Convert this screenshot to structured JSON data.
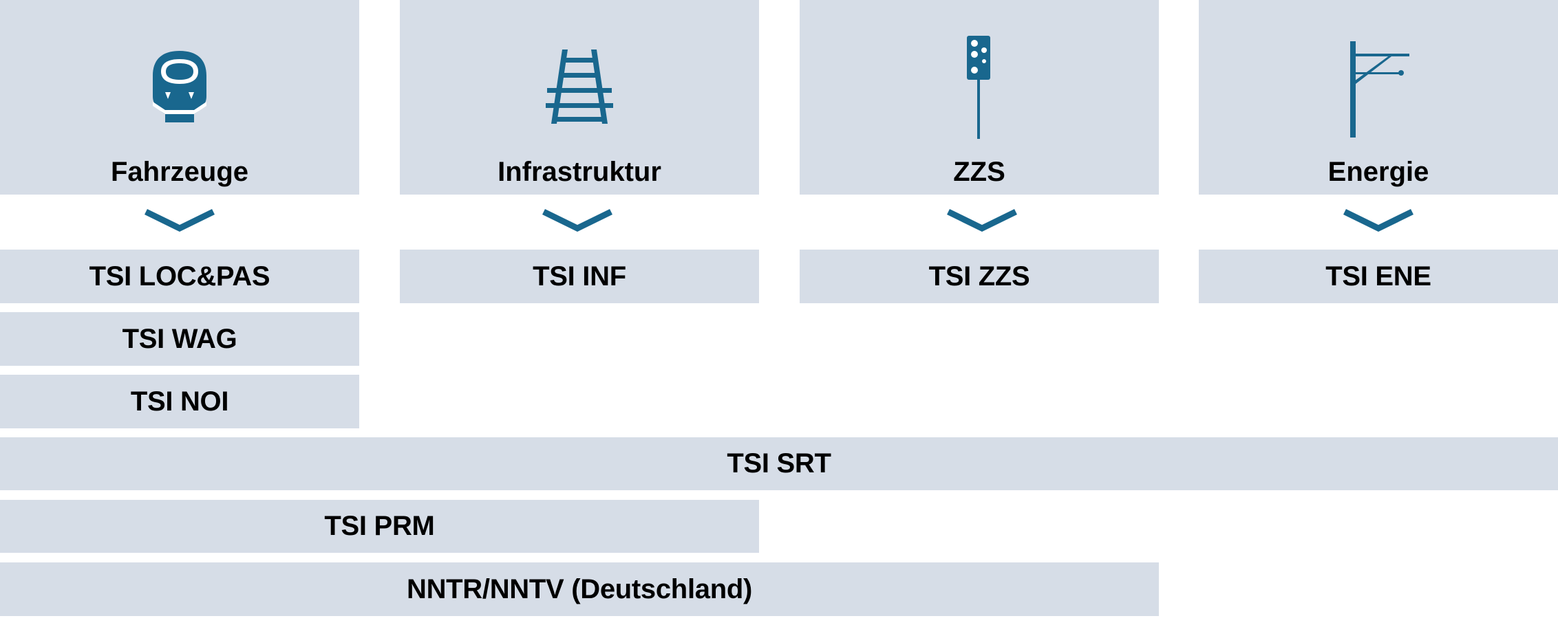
{
  "categories": [
    {
      "label": "Fahrzeuge",
      "icon": "train-icon"
    },
    {
      "label": "Infrastruktur",
      "icon": "track-icon"
    },
    {
      "label": "ZZS",
      "icon": "signal-icon"
    },
    {
      "label": "Energie",
      "icon": "catenary-icon"
    }
  ],
  "tsi": {
    "loc_pas": "TSI LOC&PAS",
    "wag": "TSI WAG",
    "noi": "TSI NOI",
    "inf": "TSI INF",
    "zzs": "TSI ZZS",
    "ene": "TSI ENE",
    "srt": "TSI SRT",
    "prm": "TSI PRM",
    "nntr": "NNTR/NNTV (Deutschland)"
  },
  "colors": {
    "box_fill": "#d6dde7",
    "icon_accent": "#19678e"
  }
}
